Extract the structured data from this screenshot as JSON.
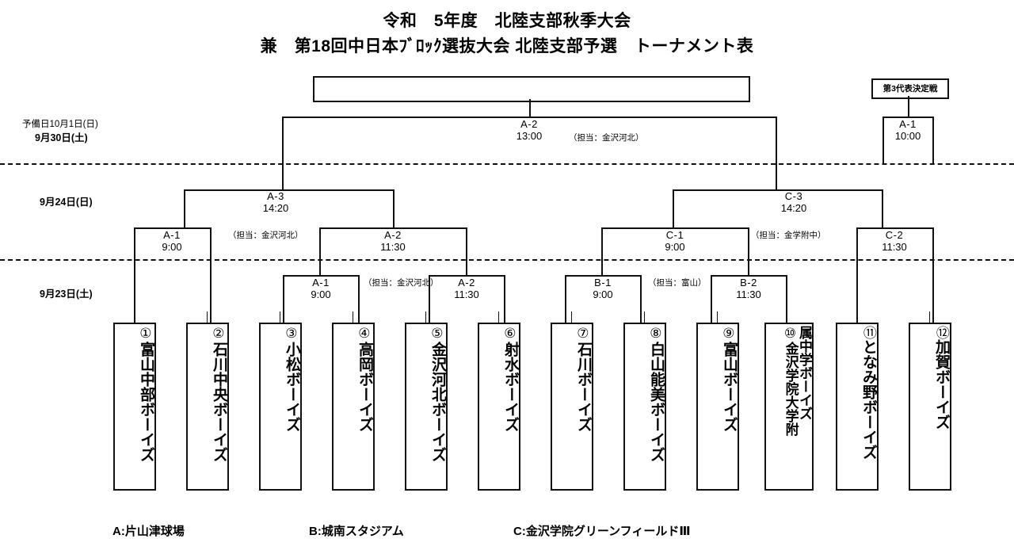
{
  "title": {
    "line1": "令和　5年度　北陸支部秋季大会",
    "line2": "兼　第18回中日本ﾌﾞﾛｯｸ選抜大会 北陸支部予選　トーナメント表"
  },
  "dates": [
    {
      "id": "reserve",
      "sub": "予備日10月1日(日)",
      "label": "9月30日(土)"
    },
    {
      "id": "day2",
      "sub": "",
      "label": "9月24日(日)"
    },
    {
      "id": "day1",
      "sub": "",
      "label": "9月23日(土)"
    }
  ],
  "third_rep": {
    "label": "第3代表決定戦"
  },
  "matches": [
    {
      "id": "final-a2",
      "code": "A-2",
      "time": "13:00"
    },
    {
      "id": "third-a1",
      "code": "A-1",
      "time": "10:00"
    },
    {
      "id": "semi-a3",
      "code": "A-3",
      "time": "14:20"
    },
    {
      "id": "semi-c3",
      "code": "C-3",
      "time": "14:20"
    },
    {
      "id": "r2-a1",
      "code": "A-1",
      "time": "9:00"
    },
    {
      "id": "r2-a2",
      "code": "A-2",
      "time": "11:30"
    },
    {
      "id": "r2-c1",
      "code": "C-1",
      "time": "9:00"
    },
    {
      "id": "r2-c2",
      "code": "C-2",
      "time": "11:30"
    },
    {
      "id": "r1-a1",
      "code": "A-1",
      "time": "9:00"
    },
    {
      "id": "r1-a2",
      "code": "A-2",
      "time": "11:30"
    },
    {
      "id": "r1-b1",
      "code": "B-1",
      "time": "9:00"
    },
    {
      "id": "r1-b2",
      "code": "B-2",
      "time": "11:30"
    }
  ],
  "notes": [
    {
      "id": "note-final",
      "text": "（担当：金沢河北）"
    },
    {
      "id": "note-semi-a",
      "text": "（担当：金沢河北）"
    },
    {
      "id": "note-semi-c",
      "text": "（担当：金学附中）"
    },
    {
      "id": "note-r1-a",
      "text": "（担当：金沢河北）"
    },
    {
      "id": "note-r1-b",
      "text": "（担当：富山）"
    }
  ],
  "teams": [
    {
      "num": "①",
      "lines": [
        "富山中部ボーイズ"
      ]
    },
    {
      "num": "②",
      "lines": [
        "石川中央ボーイズ"
      ]
    },
    {
      "num": "③",
      "lines": [
        "小松ボーイズ"
      ]
    },
    {
      "num": "④",
      "lines": [
        "高岡ボーイズ"
      ]
    },
    {
      "num": "⑤",
      "lines": [
        "金沢河北ボーイズ"
      ]
    },
    {
      "num": "⑥",
      "lines": [
        "射水ボーイズ"
      ]
    },
    {
      "num": "⑦",
      "lines": [
        "石川ボーイズ"
      ]
    },
    {
      "num": "⑧",
      "lines": [
        "白山能美ボーイズ"
      ]
    },
    {
      "num": "⑨",
      "lines": [
        "富山ボーイズ"
      ]
    },
    {
      "num": "⑩",
      "lines": [
        "金沢学院大学附",
        "属中学ボーイズ"
      ]
    },
    {
      "num": "⑪",
      "lines": [
        "となみ野ボーイズ"
      ]
    },
    {
      "num": "⑫",
      "lines": [
        "加賀ボーイズ"
      ]
    }
  ],
  "venues": [
    {
      "id": "venue-a",
      "text": "A:片山津球場"
    },
    {
      "id": "venue-b",
      "text": "B:城南スタジアム"
    },
    {
      "id": "venue-c",
      "text": "C:金沢学院グリーンフィールドⅢ"
    }
  ],
  "colors": {
    "line": "#111111",
    "background": "#ffffff",
    "text": "#000000"
  }
}
